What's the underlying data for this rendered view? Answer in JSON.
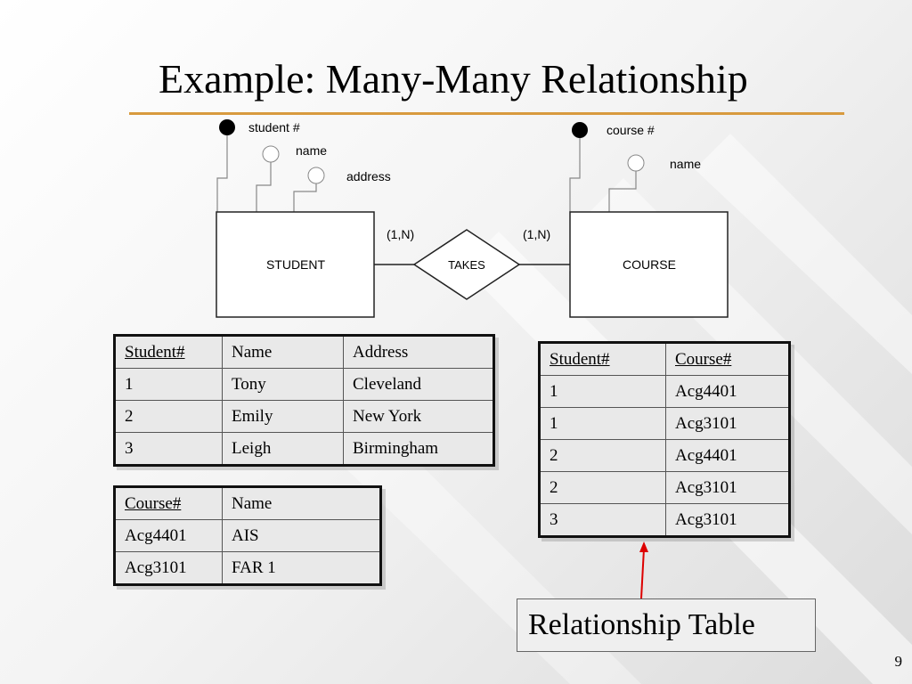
{
  "slide": {
    "title": "Example: Many-Many Relationship",
    "page_number": "9",
    "accent_color": "#d89a3e"
  },
  "er_diagram": {
    "student": {
      "entity": "STUDENT",
      "attributes": [
        {
          "label": "student #",
          "key": true
        },
        {
          "label": "name",
          "key": false
        },
        {
          "label": "address",
          "key": false
        }
      ]
    },
    "course": {
      "entity": "COURSE",
      "attributes": [
        {
          "label": "course #",
          "key": true
        },
        {
          "label": "name",
          "key": false
        }
      ]
    },
    "relationship": "TAKES",
    "cardinality_left": "(1,N)",
    "cardinality_right": "(1,N)"
  },
  "tables": {
    "student": {
      "headers": [
        "Student#",
        "Name",
        "Address"
      ],
      "underlined": [
        true,
        false,
        false
      ],
      "rows": [
        [
          "1",
          "Tony",
          "Cleveland"
        ],
        [
          "2",
          "Emily",
          "New York"
        ],
        [
          "3",
          "Leigh",
          "Birmingham"
        ]
      ]
    },
    "course": {
      "headers": [
        "Course#",
        "Name"
      ],
      "underlined": [
        true,
        false
      ],
      "rows": [
        [
          "Acg4401",
          "AIS"
        ],
        [
          "Acg3101",
          "FAR 1"
        ]
      ]
    },
    "relationship": {
      "headers": [
        "Student#",
        "Course#"
      ],
      "underlined": [
        true,
        true
      ],
      "rows": [
        [
          "1",
          "Acg4401"
        ],
        [
          "1",
          "Acg3101"
        ],
        [
          "2",
          "Acg4401"
        ],
        [
          "2",
          "Acg3101"
        ],
        [
          "3",
          "Acg3101"
        ]
      ]
    }
  },
  "callout": {
    "label": "Relationship Table",
    "arrow_color": "#dd0000"
  }
}
